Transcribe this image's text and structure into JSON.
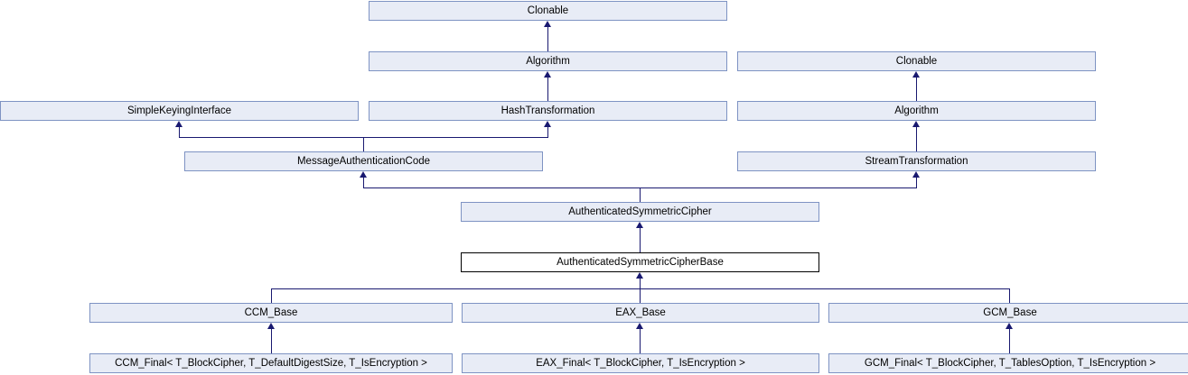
{
  "diagram": {
    "type": "class-inheritance-graph",
    "colors": {
      "node_fill": "#E8ECF6",
      "node_border": "#7E93C3",
      "focus_node_fill": "#FFFFFF",
      "focus_node_border": "#000000",
      "edge": "#191970",
      "text": "#000000",
      "bg": "#FFFFFF"
    },
    "nodes": {
      "clonable_top": {
        "label": "Clonable"
      },
      "algorithm_left": {
        "label": "Algorithm"
      },
      "clonable_right": {
        "label": "Clonable"
      },
      "simple_keying_interface": {
        "label": "SimpleKeyingInterface"
      },
      "hash_transformation": {
        "label": "HashTransformation"
      },
      "algorithm_right": {
        "label": "Algorithm"
      },
      "message_authentication_code": {
        "label": "MessageAuthenticationCode"
      },
      "stream_transformation": {
        "label": "StreamTransformation"
      },
      "authenticated_symmetric_cipher": {
        "label": "AuthenticatedSymmetricCipher"
      },
      "authenticated_symmetric_cipher_base": {
        "label": "AuthenticatedSymmetricCipherBase",
        "focus": true
      },
      "ccm_base": {
        "label": "CCM_Base"
      },
      "eax_base": {
        "label": "EAX_Base"
      },
      "gcm_base": {
        "label": "GCM_Base"
      },
      "ccm_final": {
        "label": "CCM_Final< T_BlockCipher, T_DefaultDigestSize, T_IsEncryption >"
      },
      "eax_final": {
        "label": "EAX_Final< T_BlockCipher, T_IsEncryption >"
      },
      "gcm_final": {
        "label": "GCM_Final< T_BlockCipher, T_TablesOption, T_IsEncryption >"
      }
    },
    "edges": [
      "Algorithm -> Clonable",
      "HashTransformation -> Algorithm",
      "MessageAuthenticationCode -> SimpleKeyingInterface",
      "MessageAuthenticationCode -> HashTransformation",
      "Algorithm -> Clonable (right)",
      "StreamTransformation -> Algorithm (right)",
      "AuthenticatedSymmetricCipher -> MessageAuthenticationCode",
      "AuthenticatedSymmetricCipher -> StreamTransformation",
      "AuthenticatedSymmetricCipherBase -> AuthenticatedSymmetricCipher",
      "CCM_Base -> AuthenticatedSymmetricCipherBase",
      "EAX_Base -> AuthenticatedSymmetricCipherBase",
      "GCM_Base -> AuthenticatedSymmetricCipherBase",
      "CCM_Final -> CCM_Base",
      "EAX_Final -> EAX_Base",
      "GCM_Final -> GCM_Base"
    ]
  }
}
